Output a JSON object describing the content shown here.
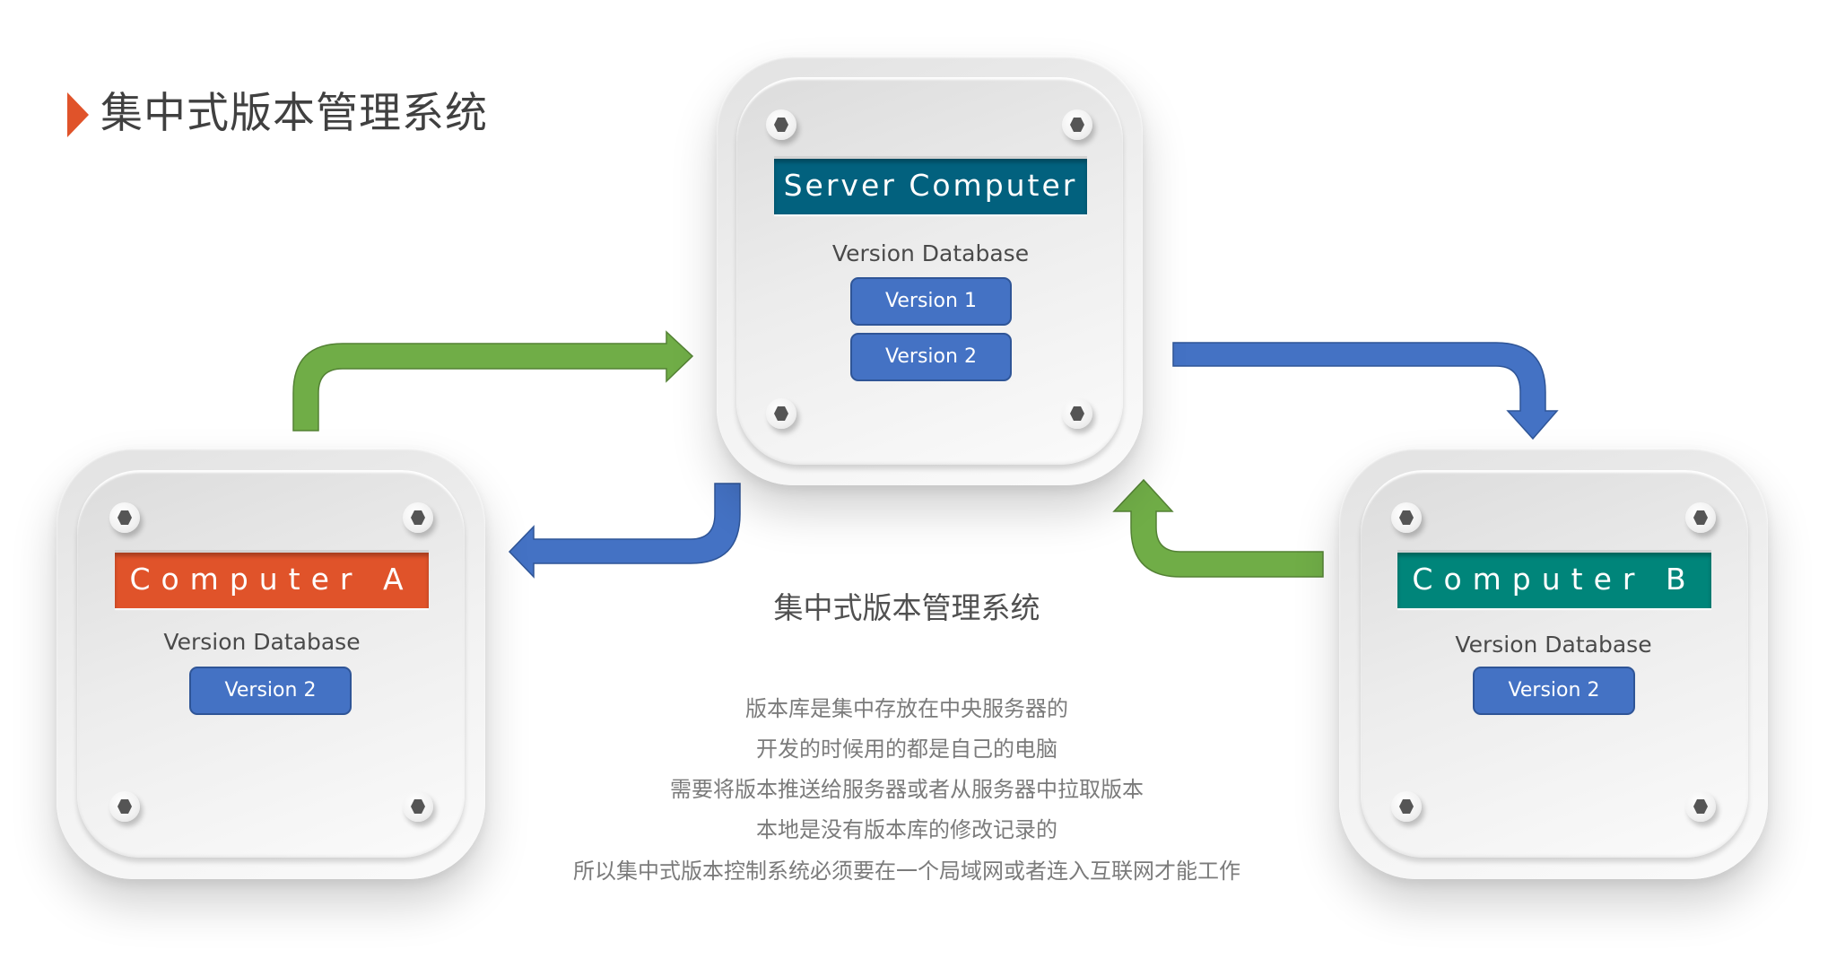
{
  "title": "集中式版本管理系统",
  "colors": {
    "accent_orange": "#e0532a",
    "server_teal": "#02617e",
    "computer_b_green": "#00857a",
    "version_blue": "#4472c4",
    "arrow_green": "#70ad47",
    "arrow_blue": "#4472c4"
  },
  "server": {
    "name": "Server Computer",
    "db_label": "Version Database",
    "versions": [
      "Version 1",
      "Version 2"
    ]
  },
  "computer_a": {
    "name": "Computer A",
    "db_label": "Version Database",
    "versions": [
      "Version 2"
    ]
  },
  "computer_b": {
    "name": "Computer B",
    "db_label": "Version Database",
    "versions": [
      "Version 2"
    ]
  },
  "arrows": [
    {
      "from": "Computer A",
      "to": "Server Computer",
      "color": "green",
      "meaning": "push"
    },
    {
      "from": "Server Computer",
      "to": "Computer A",
      "color": "blue",
      "meaning": "pull"
    },
    {
      "from": "Server Computer",
      "to": "Computer B",
      "color": "blue",
      "meaning": "pull"
    },
    {
      "from": "Computer B",
      "to": "Server Computer",
      "color": "green",
      "meaning": "push"
    }
  ],
  "description": {
    "heading": "集中式版本管理系统",
    "lines": [
      "版本库是集中存放在中央服务器的",
      "开发的时候用的都是自己的电脑",
      "需要将版本推送给服务器或者从服务器中拉取版本",
      "本地是没有版本库的修改记录的",
      "所以集中式版本控制系统必须要在一个局域网或者连入互联网才能工作"
    ]
  }
}
